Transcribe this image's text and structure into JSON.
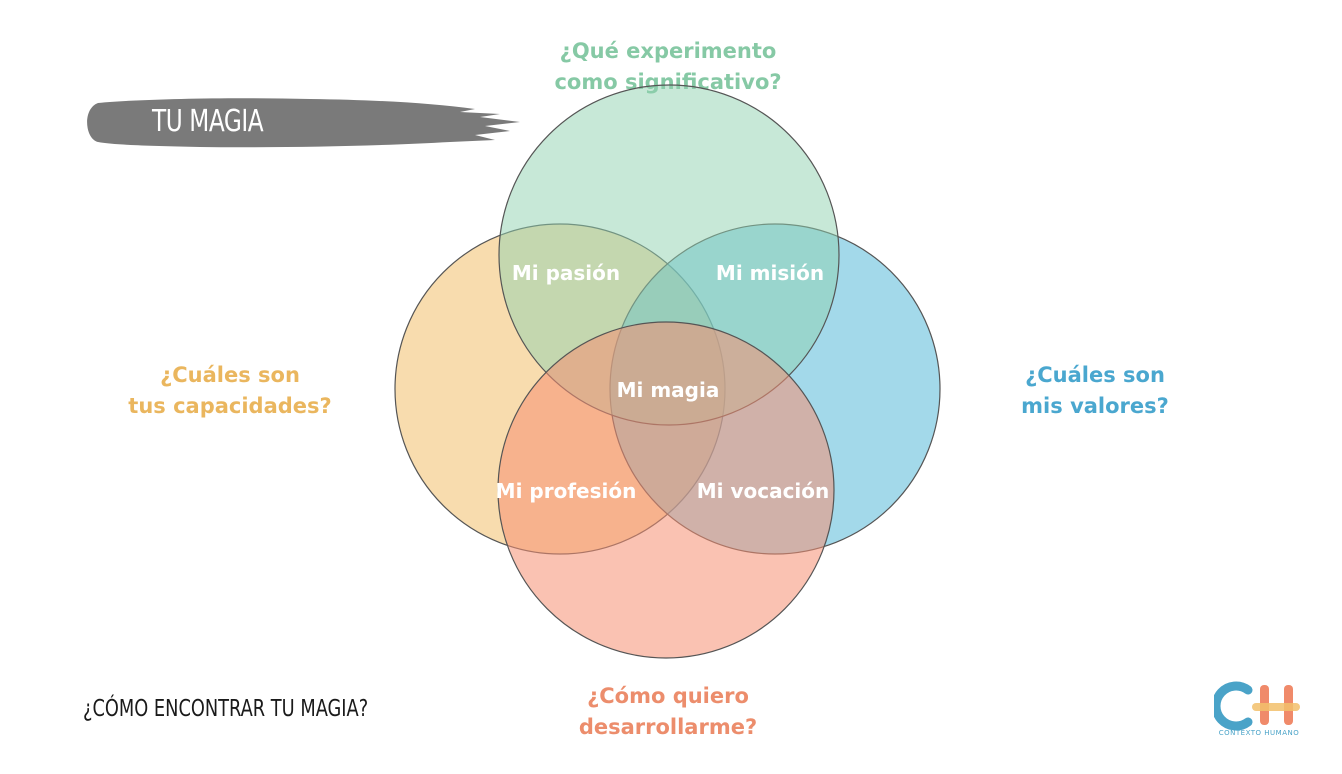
{
  "header": {
    "title": "TU MAGIA",
    "subtitle": "¿CÓMO ENCONTRAR TU MAGIA?"
  },
  "questions": {
    "top": [
      "¿Qué experimento",
      "como significativo?"
    ],
    "left": [
      "¿Cuáles son",
      "tus capacidades?"
    ],
    "right": [
      "¿Cuáles son",
      "mis valores?"
    ],
    "bottom": [
      "¿Cómo quiero",
      "desarrollarme?"
    ]
  },
  "regions": {
    "passion": "Mi pasión",
    "mission": "Mi misión",
    "magic": "Mi magia",
    "profession": "Mi profesión",
    "vocation": "Mi vocación"
  },
  "colors": {
    "top": "#8fd2b0",
    "left": "#f2bf6b",
    "right": "#58b9d9",
    "bottom": "#f58f72",
    "top_text": "#86c9a5",
    "left_text": "#eab65e",
    "right_text": "#4aa7cf",
    "bottom_text": "#ec8d6c",
    "banner": "#7a7a7a",
    "logo_c": "#4aa3c8",
    "logo_h": "#f08a6a",
    "logo_bar": "#f2bf6b"
  },
  "logo": {
    "letters": "CH",
    "caption": "CONTEXTO HUMANO"
  }
}
